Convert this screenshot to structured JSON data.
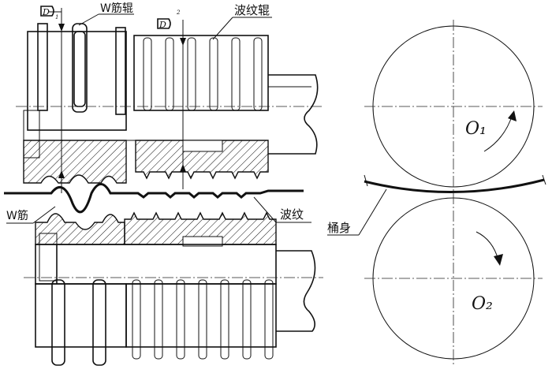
{
  "labels": {
    "w_rib_roller": "W筋辊",
    "corrugation_roller": "波纹辊",
    "w_rib": "W筋",
    "corrugation": "波纹",
    "barrel_body": "桶身",
    "o1": "O₁",
    "o2": "O₂",
    "d1_symbol": "D",
    "d1_sub": "1",
    "d2_symbol": "D",
    "d2_sub": "2"
  }
}
